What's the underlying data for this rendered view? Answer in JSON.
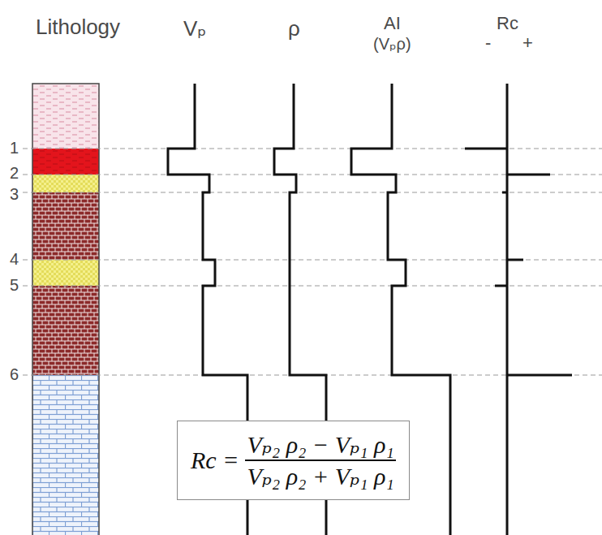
{
  "diagram": {
    "nodes": [
      {
        "text": [
          "Rc =",
          "Vₚ₂ ρ₂ − Vₚ₁ ρ₁",
          "Vₚ₂ ρ₂ + Vₚ₁ ρ₁"
        ]
      }
    ],
    "labels": [
      "Lithology",
      "Vₚ",
      "ρ",
      "AI",
      "(Vₚρ)",
      "Rc",
      "-",
      "+",
      "1",
      "2",
      "3",
      "4",
      "5",
      "6"
    ]
  }
}
